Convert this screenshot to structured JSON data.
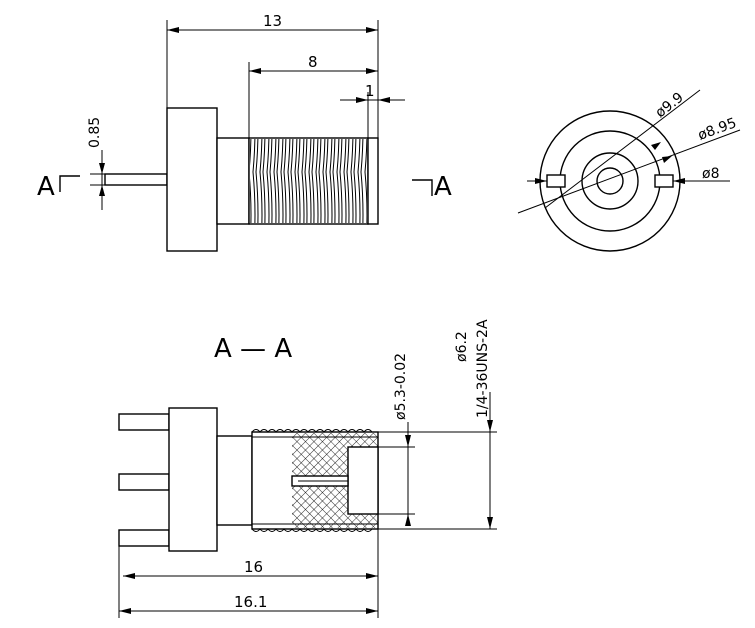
{
  "dimensions": {
    "overall_length_top": "13",
    "thread_length": "8",
    "tip_length": "1",
    "pin_thickness": "0.85",
    "diameter_a": "ø9.9",
    "diameter_b": "ø8.95",
    "diameter_c": "ø8",
    "diameter_bore": "ø5.3-0.02",
    "diameter_outer": "ø6.2",
    "thread_spec": "1/4-36UNS-2A",
    "length_16": "16",
    "length_16_1": "16.1"
  },
  "section_labels": {
    "left_marker": "A",
    "right_marker": "A",
    "section_view": "A — A"
  },
  "colors": {
    "line": "#000000",
    "background": "#ffffff"
  }
}
